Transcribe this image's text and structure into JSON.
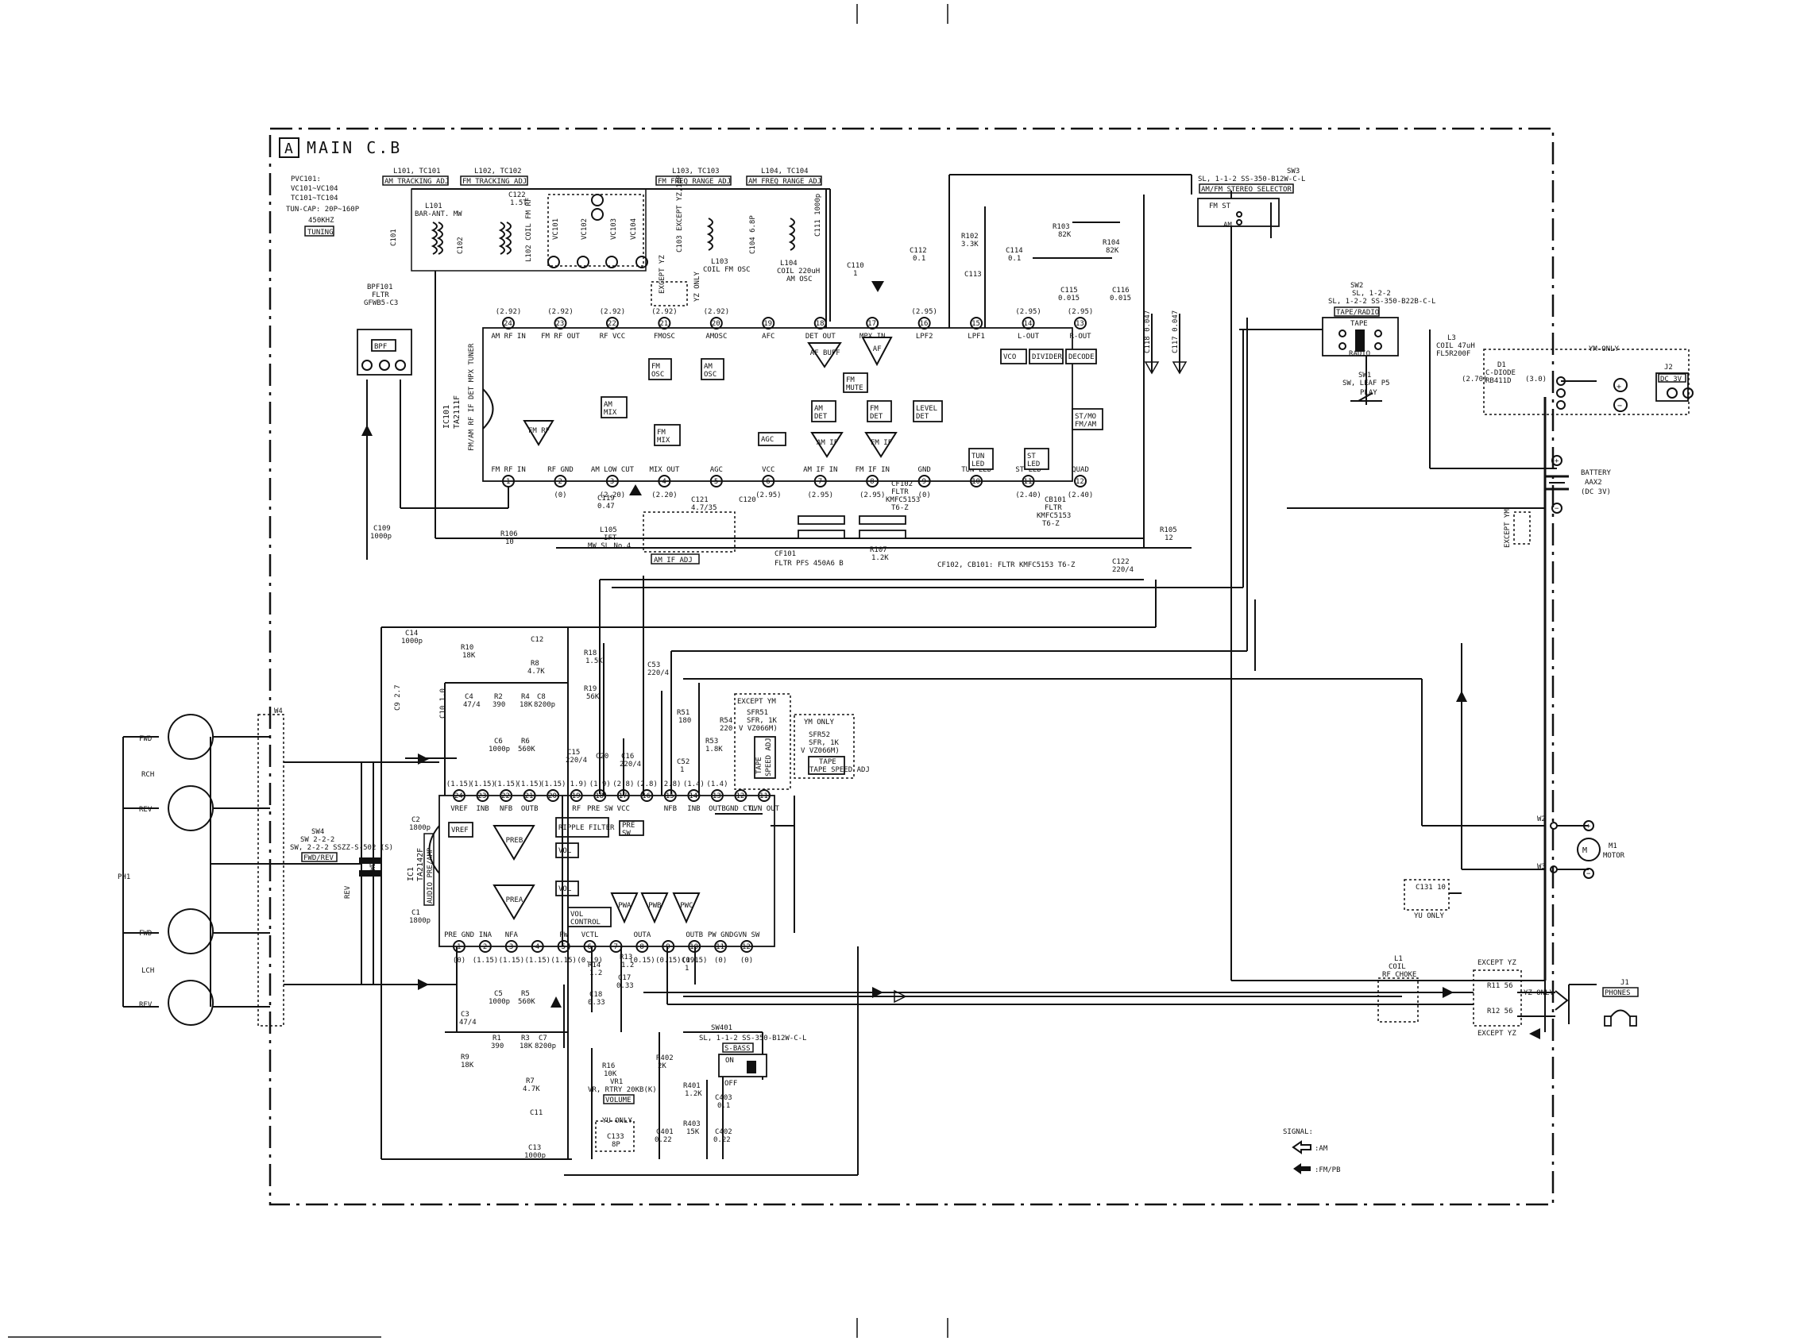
{
  "frame": {
    "tag": "A",
    "title": "MAIN C.B"
  },
  "notes": {
    "tuning_block": [
      "PVC101:",
      "VC101~VC104",
      "TC101~TC104",
      "TUN-CAP: 20P~160P",
      "450KHZ",
      "TUNING"
    ]
  },
  "top_labels": [
    {
      "line1": "L101, TC101",
      "line2": "AM TRACKING ADJ"
    },
    {
      "line1": "L102, TC102",
      "line2": "FM TRACKING ADJ"
    },
    {
      "line1": "L103, TC103",
      "line2": "FM FREQ RANGE ADJ"
    },
    {
      "line1": "L104, TC104",
      "line2": "AM FREQ RANGE ADJ"
    }
  ],
  "ic101": {
    "name": "IC101",
    "type": "TA2111F",
    "function": "FM/AM RF IF DET MPX TUNER"
  },
  "ic1": {
    "name": "IC1",
    "type": "TA2142F",
    "function": "AUDIO PRE/AMP"
  },
  "ic101_pins_top": [
    {
      "num": "24",
      "name": "AM RF IN",
      "v": "(2.92)"
    },
    {
      "num": "23",
      "name": "FM RF OUT",
      "v": "(2.92)"
    },
    {
      "num": "22",
      "name": "RF VCC",
      "v": "(2.92)"
    },
    {
      "num": "21",
      "name": "FMOSC",
      "v": "(2.92)"
    },
    {
      "num": "20",
      "name": "AMOSC",
      "v": "(2.92)"
    },
    {
      "num": "19",
      "name": "AFC",
      "v": ""
    },
    {
      "num": "18",
      "name": "DET OUT",
      "v": ""
    },
    {
      "num": "17",
      "name": "MPX IN",
      "v": ""
    },
    {
      "num": "16",
      "name": "LPF2",
      "v": "(2.95)"
    },
    {
      "num": "15",
      "name": "LPF1",
      "v": ""
    },
    {
      "num": "14",
      "name": "L-OUT",
      "v": "(2.95)"
    },
    {
      "num": "13",
      "name": "R-OUT",
      "v": "(2.95)"
    }
  ],
  "ic101_pins_bottom": [
    {
      "num": "1",
      "name": "FM RF IN",
      "v": ""
    },
    {
      "num": "2",
      "name": "RF GND",
      "v": "(0)"
    },
    {
      "num": "3",
      "name": "AM LOW CUT",
      "v": "(2.20)"
    },
    {
      "num": "4",
      "name": "MIX OUT",
      "v": "(2.20)"
    },
    {
      "num": "5",
      "name": "AGC",
      "v": ""
    },
    {
      "num": "6",
      "name": "VCC",
      "v": "(2.95)"
    },
    {
      "num": "7",
      "name": "AM IF IN",
      "v": "(2.95)"
    },
    {
      "num": "8",
      "name": "FM IF IN",
      "v": "(2.95)"
    },
    {
      "num": "9",
      "name": "GND",
      "v": "(0)"
    },
    {
      "num": "10",
      "name": "TUN LED",
      "v": ""
    },
    {
      "num": "11",
      "name": "ST LED",
      "v": "(2.40)"
    },
    {
      "num": "12",
      "name": "QUAD",
      "v": "(2.40)"
    }
  ],
  "ic101_blocks": [
    "FM OSC",
    "AM OSC",
    "AM MIX",
    "FM MIX",
    "FM RF",
    "AF BUFF",
    "AF",
    "FM MUTE",
    "AM DET",
    "FM DET",
    "LEVEL DET",
    "AGC",
    "AM IF",
    "FM IF",
    "TUN LED",
    "ST LED",
    "VCO",
    "DIVIDER",
    "DECODE",
    "ST/MO FM/AM"
  ],
  "ic1_pins_top": [
    {
      "num": "24",
      "name": "VREF",
      "v": "(1.15)"
    },
    {
      "num": "23",
      "name": "INB",
      "v": "(1.15)"
    },
    {
      "num": "22",
      "name": "NFB",
      "v": "(1.15)"
    },
    {
      "num": "21",
      "name": "OUTB",
      "v": "(1.15)"
    },
    {
      "num": "20",
      "name": "",
      "v": "(1.15)"
    },
    {
      "num": "19",
      "name": "RF",
      "v": "(1.9)"
    },
    {
      "num": "18",
      "name": "PRE SW",
      "v": "(1.9)"
    },
    {
      "num": "17",
      "name": "VCC",
      "v": "(2.8)"
    },
    {
      "num": "16",
      "name": "",
      "v": "(2.8)"
    },
    {
      "num": "15",
      "name": "NFB",
      "v": "(2.8)"
    },
    {
      "num": "14",
      "name": "INB",
      "v": "(1.4)"
    },
    {
      "num": "13",
      "name": "OUTB",
      "v": "(1.4)"
    },
    {
      "num": "12",
      "name": "GND CTL",
      "v": ""
    },
    {
      "num": "11",
      "name": "GVN OUT",
      "v": ""
    }
  ],
  "ic1_pins_bottom": [
    {
      "num": "1",
      "name": "PRE GND",
      "v": "(0)"
    },
    {
      "num": "2",
      "name": "INA",
      "v": "(1.15)"
    },
    {
      "num": "3",
      "name": "NFA",
      "v": "(1.15)"
    },
    {
      "num": "4",
      "name": "",
      "v": "(1.15)"
    },
    {
      "num": "5",
      "name": "PW",
      "v": "(1.15)"
    },
    {
      "num": "6",
      "name": "VCTL",
      "v": "(0.19)"
    },
    {
      "num": "7",
      "name": "",
      "v": ""
    },
    {
      "num": "8",
      "name": "OUTA",
      "v": "(0.15)"
    },
    {
      "num": "9",
      "name": "",
      "v": "(0.15)"
    },
    {
      "num": "10",
      "name": "OUTB",
      "v": "(0.15)"
    },
    {
      "num": "11",
      "name": "PW GND",
      "v": "(0)"
    },
    {
      "num": "12",
      "name": "GVN SW",
      "v": "(0)"
    }
  ],
  "ic1_blocks": [
    "VREF",
    "PREB",
    "PREA",
    "RIPPLE FILTER",
    "PRE SW",
    "VOL",
    "VOL",
    "VOL CONTROL",
    "PWA",
    "PWB",
    "PWC"
  ],
  "components": [
    "L101 BAR-ANT. MW",
    "C101",
    "C102",
    "C122 1.5T",
    "L102 COIL FM RF",
    "VC101",
    "VC102",
    "VC103",
    "VC104",
    "C103 EXCEPT YZ,10P",
    "C104 6.8P",
    "L103 COIL FM OSC",
    "L104 COIL 220uH AM OSC",
    "C111 1000p",
    "C110 1",
    "C112 0.1",
    "C113",
    "R102 3.3K",
    "C114 0.1",
    "C115 0.015",
    "C116 0.015",
    "R103 82K",
    "R104 82K",
    "C118 0.047",
    "C117 0.047",
    "BPF101 FLTR GFWB5-C3",
    "C119 0.47",
    "C121 4.7/35",
    "C120",
    "L105 IFT MW SL No.4",
    "CF101 FLTR PFS 450A6 B",
    "CF102 FLTR KMFC5153 T6-Z",
    "CB101 FLTR KMFC5153 T6-Z",
    "R106 10",
    "R107 1.2K",
    "C109 1000p",
    "R105 12",
    "C122 220/4",
    "C14 1000p",
    "R10 18K",
    "C12",
    "C4 47/4",
    "R2 390",
    "R4 18K",
    "C8 8200p",
    "R8 4.7K",
    "C9 2.7",
    "C10 1.0",
    "C6 1000p",
    "R6 560K",
    "C2 1800p",
    "C1 1800p",
    "R18 1.5K",
    "R19 56K",
    "C15 220/4",
    "C20",
    "C16 220/4",
    "C53 220/4",
    "R51 180",
    "R54 220",
    "R53 1.8K",
    "C52 1",
    "C5 1000p",
    "R5 560K",
    "C3 47/4",
    "R1 390",
    "R3 18K",
    "C7 8200p",
    "R9 18K",
    "R7 4.7K",
    "C11",
    "C13 1000p",
    "R14 1.2",
    "R13 1.2",
    "C19 1",
    "C17 0.33",
    "C18 0.33",
    "R16 10K",
    "VR1 VR, RTRY 20KB(K)",
    "C133 8P",
    "R402 2K",
    "R401 1.2K",
    "R403 15K",
    "C403 0.1",
    "C401 0.22",
    "C402 0.22",
    "R11 56",
    "R12 56",
    "L1 COIL RF CHOKE",
    "C131 10",
    "L3 COIL 47uH FL5R200F",
    "D1 C-DIODE RB411D"
  ],
  "switches": [
    {
      "name": "SW3",
      "desc": "SL, 1-1-2 SS-350-B12W-C-L",
      "function": "AM/FM STEREO SELECTOR",
      "pos": [
        "FM ST",
        "AM"
      ]
    },
    {
      "name": "SW2",
      "desc": "SL, 1-2-2 SS-350-B22B-C-L",
      "function": "TAPE/RADIO",
      "pos": [
        "TAPE",
        "RADIO"
      ]
    },
    {
      "name": "SW1",
      "desc": "SW, LEAF P5",
      "function": "PLAY"
    },
    {
      "name": "SW4",
      "desc": "SW, 2-2-2 SSZZ-S-502 (S)",
      "function": "FWD/REV",
      "pos": [
        "FWD",
        "REV"
      ]
    },
    {
      "name": "SW401",
      "desc": "SL, 1-1-2 SS-350-B12W-C-L",
      "function": "S-BASS",
      "pos": [
        "ON",
        "OFF"
      ]
    }
  ],
  "sfr": [
    {
      "name": "SFR51",
      "desc": "SFR, 1K",
      "model": "V VZ066M)",
      "adj": "TAPE SPEED ADJ",
      "cond": "EXCEPT YM"
    },
    {
      "name": "SFR52",
      "desc": "SFR, 1K",
      "model": "V VZ066M)",
      "adj": "TAPE SPEED ADJ",
      "cond": "YM ONLY"
    }
  ],
  "connectors": {
    "J1": "PHONES",
    "J2": "DC 3V",
    "M1": "MOTOR",
    "battery": {
      "label": "BATTERY",
      "type": "AAX2",
      "volt": "(DC 3V)"
    },
    "ph1": "PH1",
    "w4": "W4",
    "w2": "W2",
    "w3": "W3",
    "head": {
      "rch": "RCH",
      "lch": "LCH",
      "fwd": "FWD",
      "rev": "REV"
    }
  },
  "conditions": [
    "YM ONLY",
    "EXCEPT YM",
    "EXCEPT YZ",
    "YZ ONLY",
    "YU ONLY",
    "EXCEPT"
  ],
  "cf_note": "CF102, CB101: FLTR KMFC5153 T6-Z",
  "volume_label": "VOLUME",
  "legend": {
    "title": "SIGNAL:",
    "am": ":AM",
    "fmpb": ":FM/PB"
  }
}
